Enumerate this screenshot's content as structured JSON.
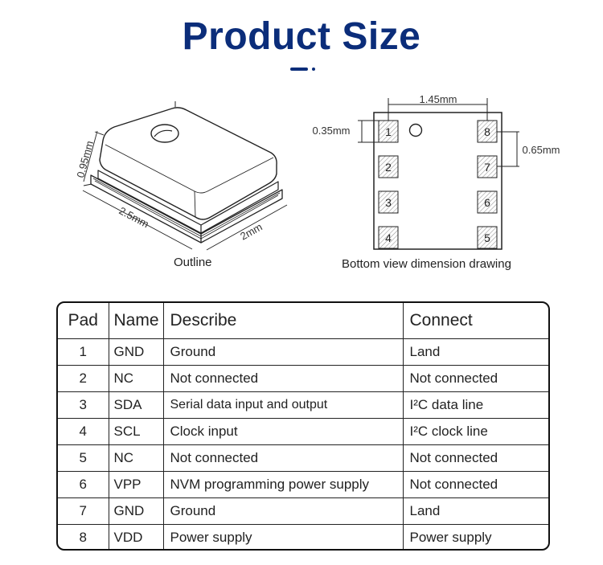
{
  "title": "Product Size",
  "outline": {
    "caption": "Outline",
    "dim_height": "0.95mm",
    "dim_length": "2.5mm",
    "dim_width": "2mm"
  },
  "bottom_view": {
    "caption": "Bottom view dimension drawing",
    "dim_pitch_x": "1.45mm",
    "dim_pad_size": "0.35mm",
    "dim_pitch_y": "0.65mm",
    "pads": [
      "1",
      "2",
      "3",
      "4",
      "5",
      "6",
      "7",
      "8"
    ]
  },
  "table": {
    "headers": [
      "Pad",
      "Name",
      "Describe",
      "Connect"
    ],
    "rows": [
      {
        "pad": "1",
        "name": "GND",
        "describe": "Ground",
        "connect": "Land"
      },
      {
        "pad": "2",
        "name": "NC",
        "describe": "Not connected",
        "connect": "Not connected"
      },
      {
        "pad": "3",
        "name": "SDA",
        "describe": "Serial data input and output",
        "connect": "I²C data line"
      },
      {
        "pad": "4",
        "name": "SCL",
        "describe": "Clock input",
        "connect": "I²C clock line"
      },
      {
        "pad": "5",
        "name": "NC",
        "describe": "Not connected",
        "connect": "Not connected"
      },
      {
        "pad": "6",
        "name": "VPP",
        "describe": "NVM programming power supply",
        "connect": "Not connected"
      },
      {
        "pad": "7",
        "name": "GND",
        "describe": "Ground",
        "connect": "Land"
      },
      {
        "pad": "8",
        "name": "VDD",
        "describe": "Power supply",
        "connect": "Power supply"
      }
    ]
  }
}
